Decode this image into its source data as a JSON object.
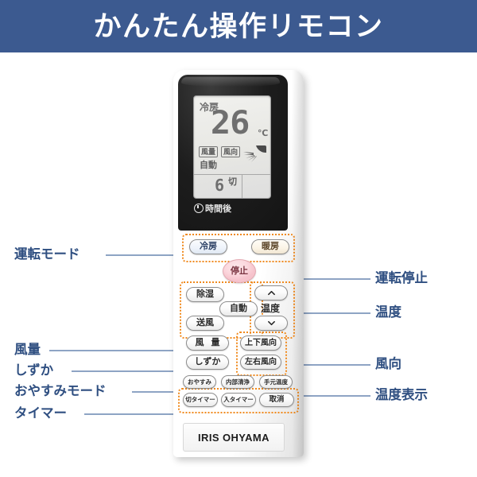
{
  "header": {
    "title": "かんたん操作リモコン",
    "bg_color": "#3c5a90",
    "text_color": "#ffffff"
  },
  "device": {
    "brand": "IRIS OHYAMA",
    "type": "air-conditioner-remote"
  },
  "lcd": {
    "mode": "冷房",
    "temperature": "26",
    "unit": "℃",
    "tag_airflow_volume": "風量",
    "tag_airflow_direction": "風向",
    "auto_label": "自動",
    "timer_value": "6",
    "timer_kiri": "切",
    "timer_caption": "時間後",
    "fan_icon": "fan-airflow-icon",
    "clock_icon": "clock-icon"
  },
  "buttons": {
    "cool": "冷房",
    "heat": "暖房",
    "stop": "停止",
    "dehumidify": "除湿",
    "fan_only": "送風",
    "auto": "自動",
    "temp_up": "˄",
    "temp_down": "˅",
    "temp_label": "温度",
    "air_volume": "風 量",
    "quiet": "しずか",
    "updown_direction": "上下風向",
    "leftright_direction": "左右風向",
    "sleep": "おやすみ",
    "internal_clean": "内部清浄",
    "hand_temp": "手元温度",
    "off_timer": "切タイマー",
    "on_timer": "入タイマー",
    "cancel": "取消"
  },
  "callouts": {
    "left": [
      {
        "id": "operation-mode",
        "label": "運転モード"
      },
      {
        "id": "air-volume",
        "label": "風量"
      },
      {
        "id": "quiet",
        "label": "しずか"
      },
      {
        "id": "sleep-mode",
        "label": "おやすみモード"
      },
      {
        "id": "timer",
        "label": "タイマー"
      }
    ],
    "right": [
      {
        "id": "operation-stop",
        "label": "運転停止"
      },
      {
        "id": "temperature",
        "label": "温度"
      },
      {
        "id": "wind-direction",
        "label": "風向"
      },
      {
        "id": "temperature-display",
        "label": "温度表示"
      }
    ]
  },
  "colors": {
    "accent_blue": "#2f4f81",
    "highlight_orange": "#f08a1e",
    "stop_pink": "#f6c3cc",
    "leader_line": "#8ea4c4"
  }
}
